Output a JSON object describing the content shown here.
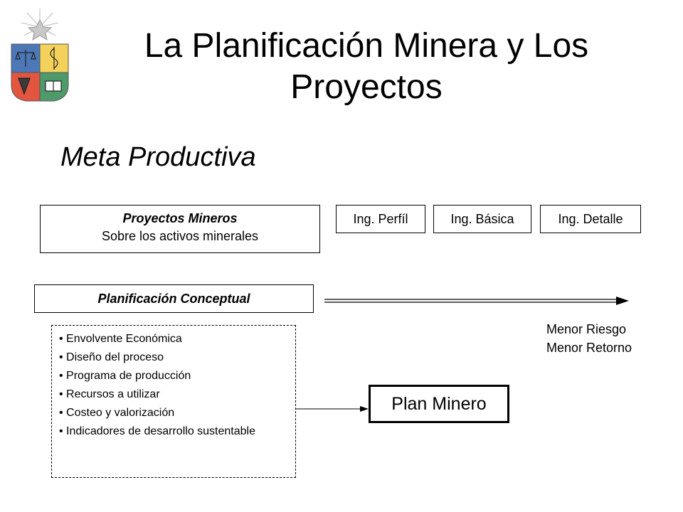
{
  "slide": {
    "title": "La Planificación Minera y Los Proyectos",
    "subtitle": "Meta Productiva"
  },
  "projects_box": {
    "title": "Proyectos Mineros",
    "subtitle": "Sobre los activos minerales"
  },
  "stages": [
    "Ing. Perfíl",
    "Ing. Básica",
    "Ing. Detalle"
  ],
  "conceptual_box": "Planificación Conceptual",
  "risk_labels": [
    "Menor Riesgo",
    "Menor Retorno"
  ],
  "bullets": [
    "• Envolvente Económica",
    "• Diseño del proceso",
    "• Programa de producción",
    "• Recursos a utilizar",
    "• Costeo y valorización",
    "• Indicadores de desarrollo sustentable"
  ],
  "plan_minero": "Plan Minero",
  "colors": {
    "logo_blue": "#4d78b8",
    "logo_yellow": "#f3d15a",
    "logo_red": "#e2553f",
    "logo_green": "#4e9a6a"
  }
}
